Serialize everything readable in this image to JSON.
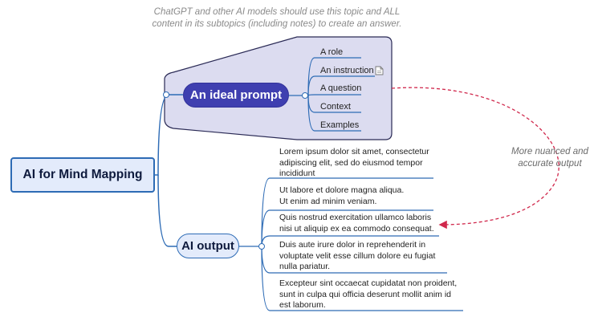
{
  "top_note": "ChatGPT and other AI models should use this topic and ALL\ncontent in its subtopics (including notes) to create an answer.",
  "central_topic": "AI for Mind Mapping",
  "prompt_topic": {
    "label": "An ideal prompt",
    "subtopics": [
      "A role",
      "An instruction",
      "A question",
      "Context",
      "Examples"
    ]
  },
  "output_topic": {
    "label": "AI output",
    "items": [
      "Lorem ipsum dolor sit amet, consectetur\nadipiscing elit, sed do eiusmod tempor\nincididunt",
      "Ut labore et dolore magna aliqua.\nUt enim ad minim veniam.",
      "Quis nostrud exercitation ullamco laboris\nnisi ut aliquip ex ea commodo consequat.",
      "Duis aute irure dolor in reprehenderit in\nvoluptate velit esse cillum dolore eu fugiat\nnulla pariatur.",
      "Excepteur sint occaecat cupidatat non proident,\nsunt in culpa qui officia deserunt mollit anim id\nest laborum."
    ]
  },
  "relationship_label": "More nuanced and\naccurate output",
  "colors": {
    "branch_line": "#2d6bb5",
    "boundary_fill": "#dcdcf0",
    "prompt_fill": "#3f3fb0",
    "relationship": "#d0284c"
  },
  "icons": [
    "note-icon",
    "collapse-toggle-icon"
  ]
}
